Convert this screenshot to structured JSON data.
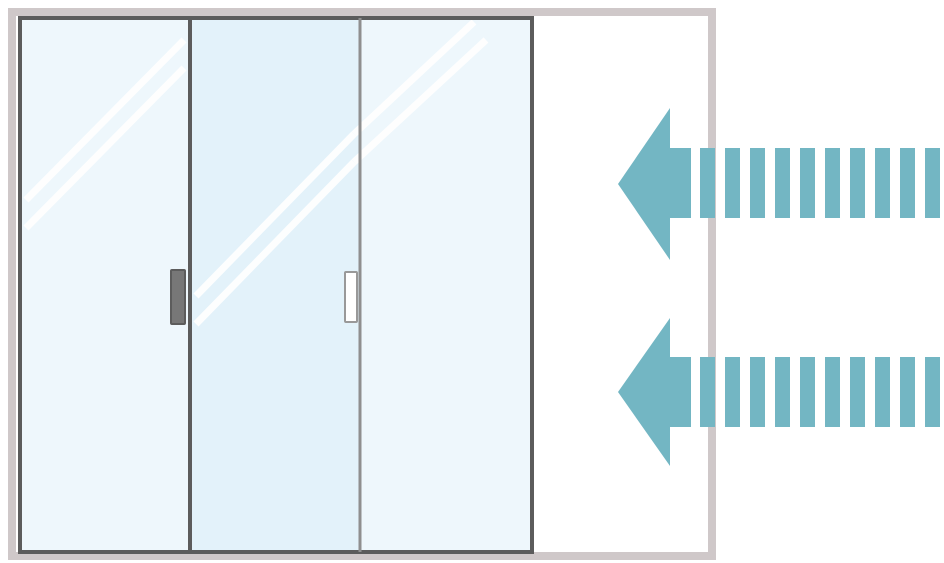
{
  "diagram": {
    "subject": "sliding-glass-door-closing",
    "panels": [
      {
        "id": "left-panel",
        "handle": "filled"
      },
      {
        "id": "middle-panel",
        "handle": "outline"
      },
      {
        "id": "right-panel",
        "handle": "none"
      }
    ],
    "arrows": [
      {
        "id": "upper-arrow",
        "direction": "left"
      },
      {
        "id": "lower-arrow",
        "direction": "left"
      }
    ],
    "colors": {
      "outer_frame": "#cfc8c9",
      "panel_frame": "#5c5c5c",
      "inner_divider": "#8f8f8f",
      "glass_light": "#eef7fc",
      "glass_mid": "#e3f2fa",
      "reflection": "#ffffff",
      "handle_fill": "#777777",
      "handle_outline": "#999999",
      "arrow": "#73b6c3"
    },
    "icons": {
      "door": "sliding-door-icon",
      "arrow": "left-arrow-icon"
    }
  }
}
